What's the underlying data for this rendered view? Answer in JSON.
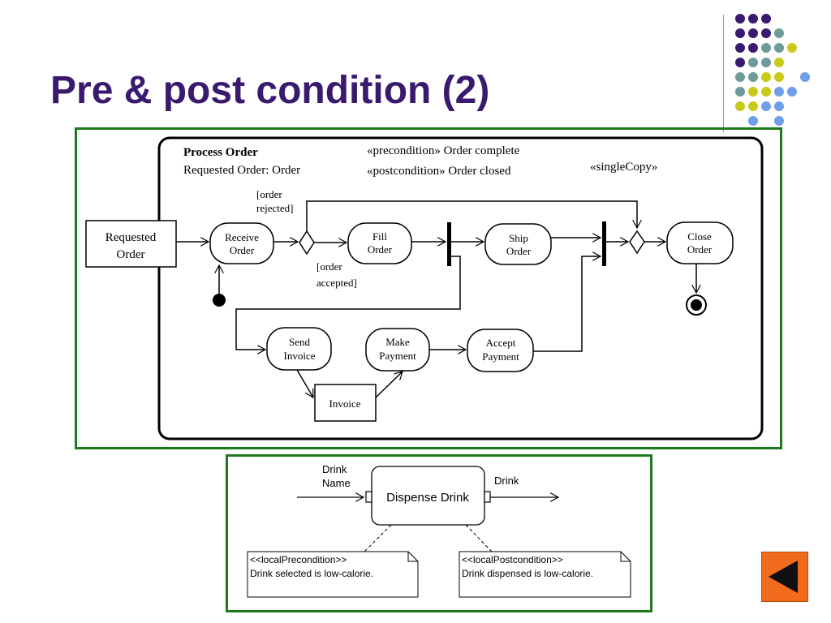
{
  "slide": {
    "title": "Pre & post condition (2)"
  },
  "activity": {
    "name": "Process Order",
    "parameter": "Requested Order: Order",
    "precondition": "«precondition» Order complete",
    "postcondition": "«postcondition» Order closed",
    "stereotype": "«singleCopy»",
    "input_object_line1": "Requested",
    "input_object_line2": "Order",
    "guard_rejected_1": "[order",
    "guard_rejected_2": "rejected]",
    "guard_accepted_1": "[order",
    "guard_accepted_2": "accepted]",
    "receive_order_1": "Receive",
    "receive_order_2": "Order",
    "fill_order_1": "Fill",
    "fill_order_2": "Order",
    "ship_order_1": "Ship",
    "ship_order_2": "Order",
    "close_order_1": "Close",
    "close_order_2": "Order",
    "send_invoice_1": "Send",
    "send_invoice_2": "Invoice",
    "make_payment_1": "Make",
    "make_payment_2": "Payment",
    "accept_payment_1": "Accept",
    "accept_payment_2": "Payment",
    "invoice_object": "Invoice"
  },
  "dispense": {
    "input_pin_label_1": "Drink",
    "input_pin_label_2": "Name",
    "action": "Dispense Drink",
    "output_pin_label": "Drink",
    "local_pre_stereotype": "<<localPrecondition>>",
    "local_pre_text": "Drink selected is low-calorie.",
    "local_post_stereotype": "<<localPostcondition>>",
    "local_post_text": "Drink dispensed is low-calorie."
  },
  "colors": {
    "title": "#3a1a6e",
    "frame": "#1c7a1c",
    "dot_purple": "#3a1a6e",
    "dot_teal": "#6f9a9a",
    "dot_yellow": "#c9c919",
    "dot_blue": "#6f9fe8",
    "nav_button": "#f26b1d"
  },
  "nav": {
    "back_icon": "triangle-left-icon"
  }
}
